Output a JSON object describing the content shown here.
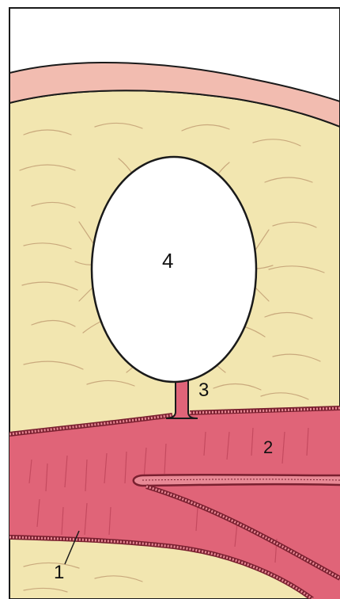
{
  "labels": {
    "one": "1",
    "two": "2",
    "three": "3",
    "four": "4"
  },
  "colors": {
    "background": "#ffffff",
    "fat": "#f2e6b0",
    "fat_fibers": "#c9a97d",
    "skin": "#f2bcb0",
    "vessel": "#e06478",
    "vessel_dark": "#c44a5f",
    "vessel_edge": "#7a2030",
    "outline": "#1a1a1a"
  },
  "icons": {
    "cyst_shape": "oval",
    "tissue_texture": "wavy-fibers"
  }
}
